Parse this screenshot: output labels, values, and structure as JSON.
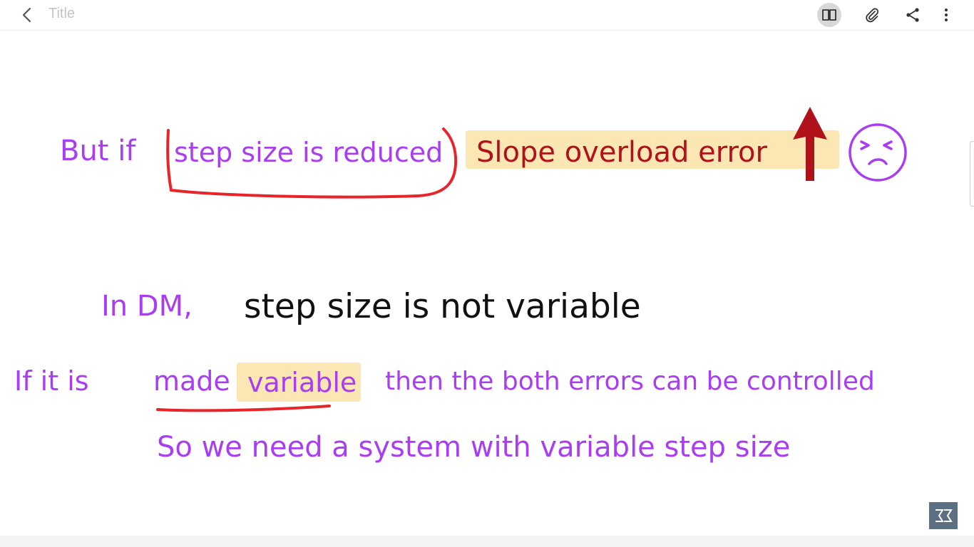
{
  "header": {
    "title": "Title"
  },
  "notes": {
    "line1": {
      "prefix": "But if",
      "boxed": "step size is reduced",
      "highlighted": "Slope overload error"
    },
    "line2": {
      "prefix": "In DM,",
      "statement": "step size is not variable"
    },
    "line3": {
      "prefix": "If it is",
      "underlined": "made",
      "highlighted": "variable",
      "rest": "then the both errors can be controlled"
    },
    "line4": {
      "text": "So we need a system with variable step size"
    }
  },
  "colors": {
    "ink_purple": "#a93ef0",
    "ink_black": "#111111",
    "ink_red": "#b0121b",
    "highlight": "#fbe7b3",
    "annotation_red": "#e8242b"
  },
  "icons": [
    "back-arrow-icon",
    "book-icon",
    "paperclip-icon",
    "share-icon",
    "more-vertical-icon",
    "up-arrow-icon",
    "frustrated-face-icon"
  ]
}
